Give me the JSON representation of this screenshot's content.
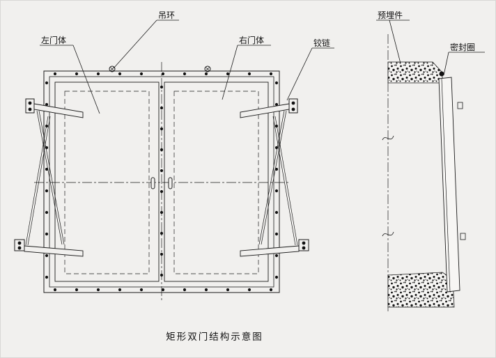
{
  "drawing": {
    "labels": {
      "lifting_ring": "吊环",
      "left_door": "左门体",
      "right_door": "右门体",
      "hinge": "铰链",
      "embedded_part": "预埋件",
      "seal_ring": "密封圈"
    },
    "caption": "矩形双门结构示意图",
    "colors": {
      "background": "#f1f0ee",
      "line": "#1a1a1a"
    }
  }
}
